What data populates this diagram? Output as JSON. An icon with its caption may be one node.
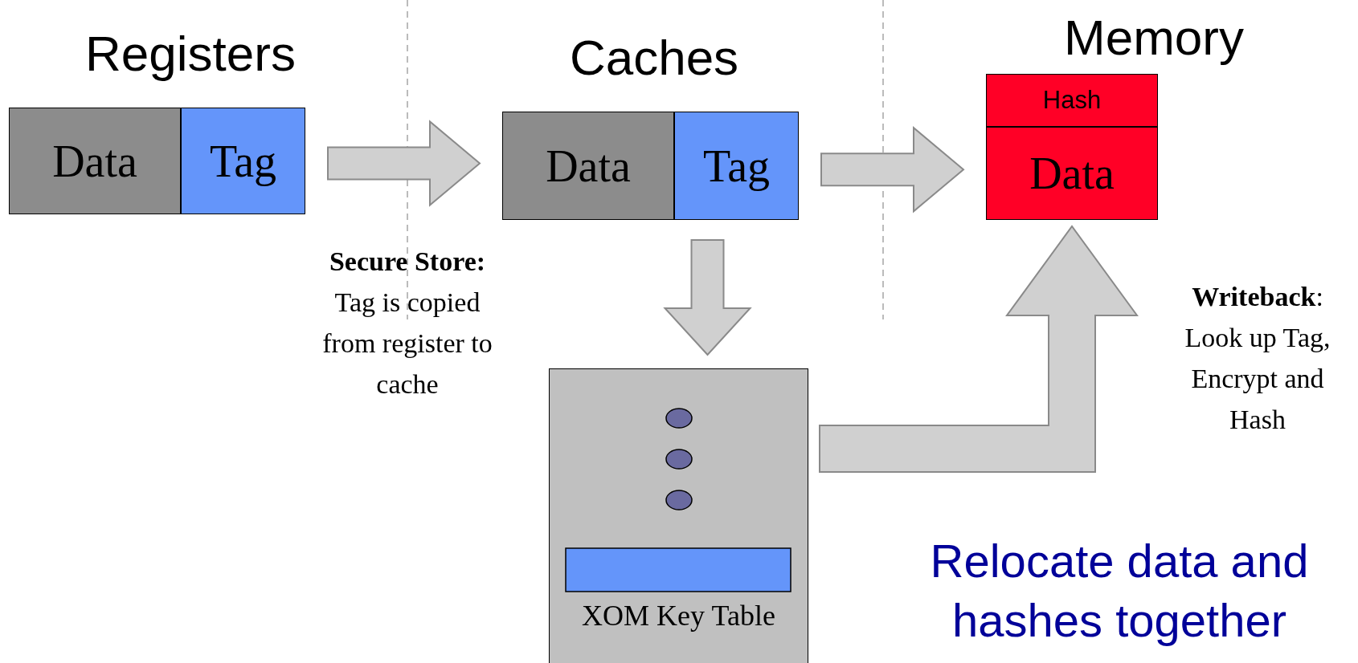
{
  "diagram": {
    "nodes": [
      {
        "text": [
          "Data"
        ]
      },
      {
        "text": [
          "Tag"
        ]
      },
      {
        "text": [
          "Data"
        ]
      },
      {
        "text": [
          "Tag"
        ]
      },
      {
        "text": [
          "Hash"
        ]
      },
      {
        "text": [
          "Data"
        ]
      },
      {
        "text": [
          "XOM Key Table"
        ]
      }
    ],
    "edges": [
      {
        "from": 1,
        "to": 2,
        "arrow": "to"
      },
      {
        "from": 3,
        "to": 5,
        "arrow": "to"
      },
      {
        "from": 3,
        "to": 6,
        "arrow": "to"
      },
      {
        "from": 6,
        "to": 5,
        "arrow": "to"
      }
    ],
    "labels": [
      "Registers",
      "Caches",
      "Memory",
      "**Secure Store:** Tag is copied from register to cache",
      "**Writeback**: Look up Tag, Encrypt and Hash",
      "Relocate data and hashes together"
    ]
  }
}
